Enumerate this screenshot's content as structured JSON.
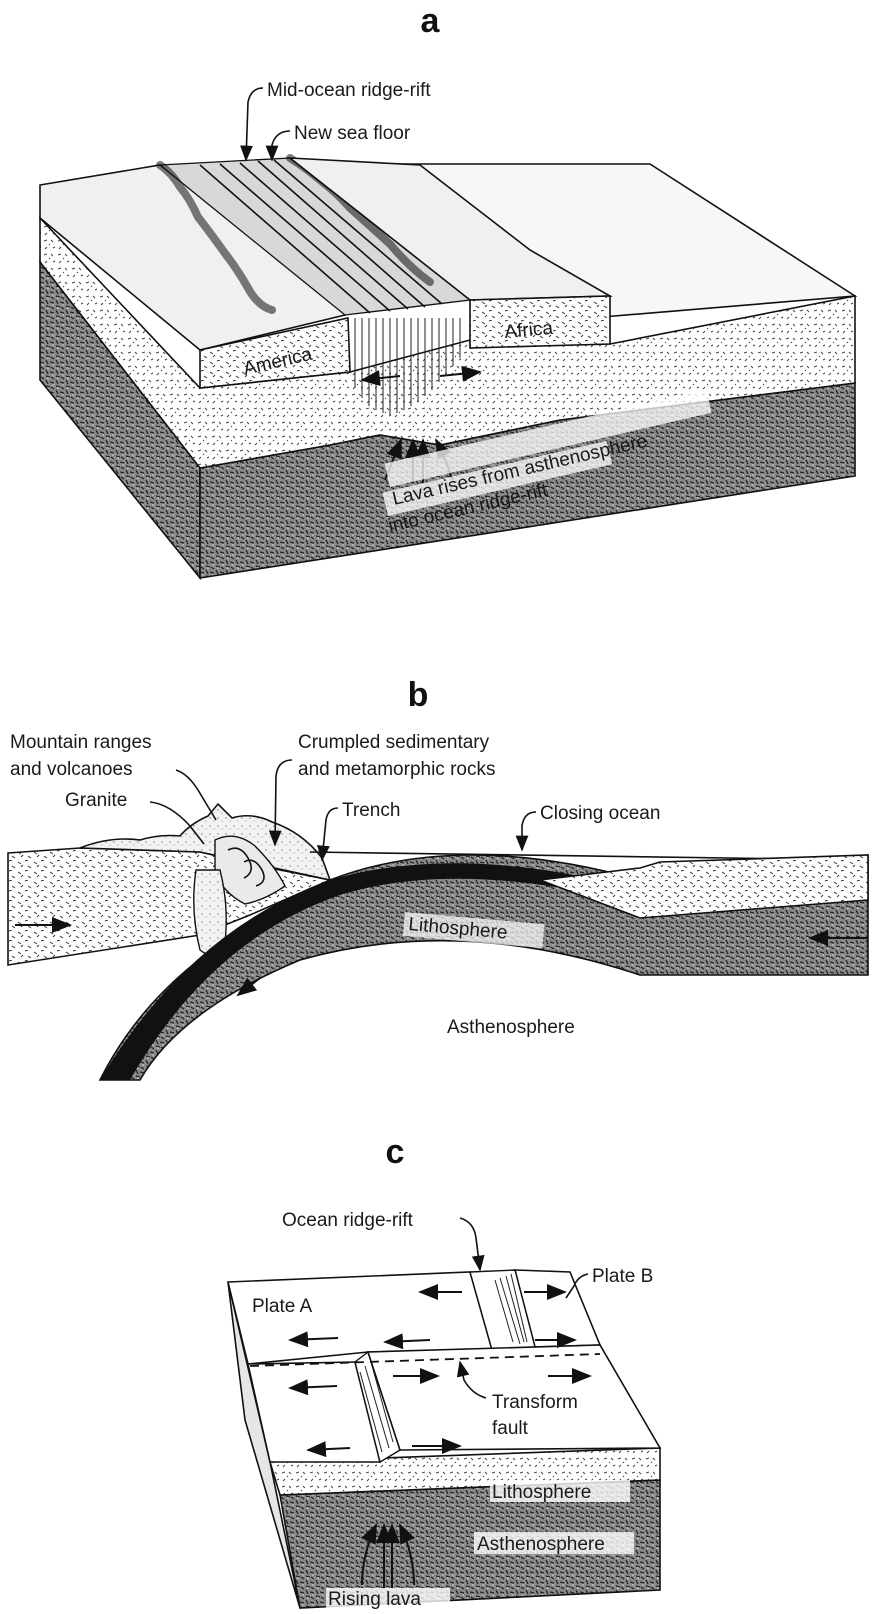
{
  "panels": {
    "a": {
      "letter": "a",
      "labels": {
        "ridge": "Mid-ocean ridge-rift",
        "sea_floor": "New sea floor",
        "america": "America",
        "africa": "Africa",
        "lava_1": "Lava rises from asthenosphere",
        "lava_2": "into ocean ridge-rift"
      }
    },
    "b": {
      "letter": "b",
      "labels": {
        "mountains_1": "Mountain ranges",
        "mountains_2": "and volcanoes",
        "granite": "Granite",
        "crumpled_1": "Crumpled sedimentary",
        "crumpled_2": "and metamorphic rocks",
        "trench": "Trench",
        "closing": "Closing ocean",
        "lithosphere": "Lithosphere",
        "asthenosphere": "Asthenosphere"
      }
    },
    "c": {
      "letter": "c",
      "labels": {
        "ridge": "Ocean ridge-rift",
        "plate_a": "Plate A",
        "plate_b": "Plate B",
        "transform_1": "Transform",
        "transform_2": "fault",
        "lithosphere": "Lithosphere",
        "asthenosphere": "Asthenosphere",
        "rising": "Rising lava"
      }
    }
  }
}
